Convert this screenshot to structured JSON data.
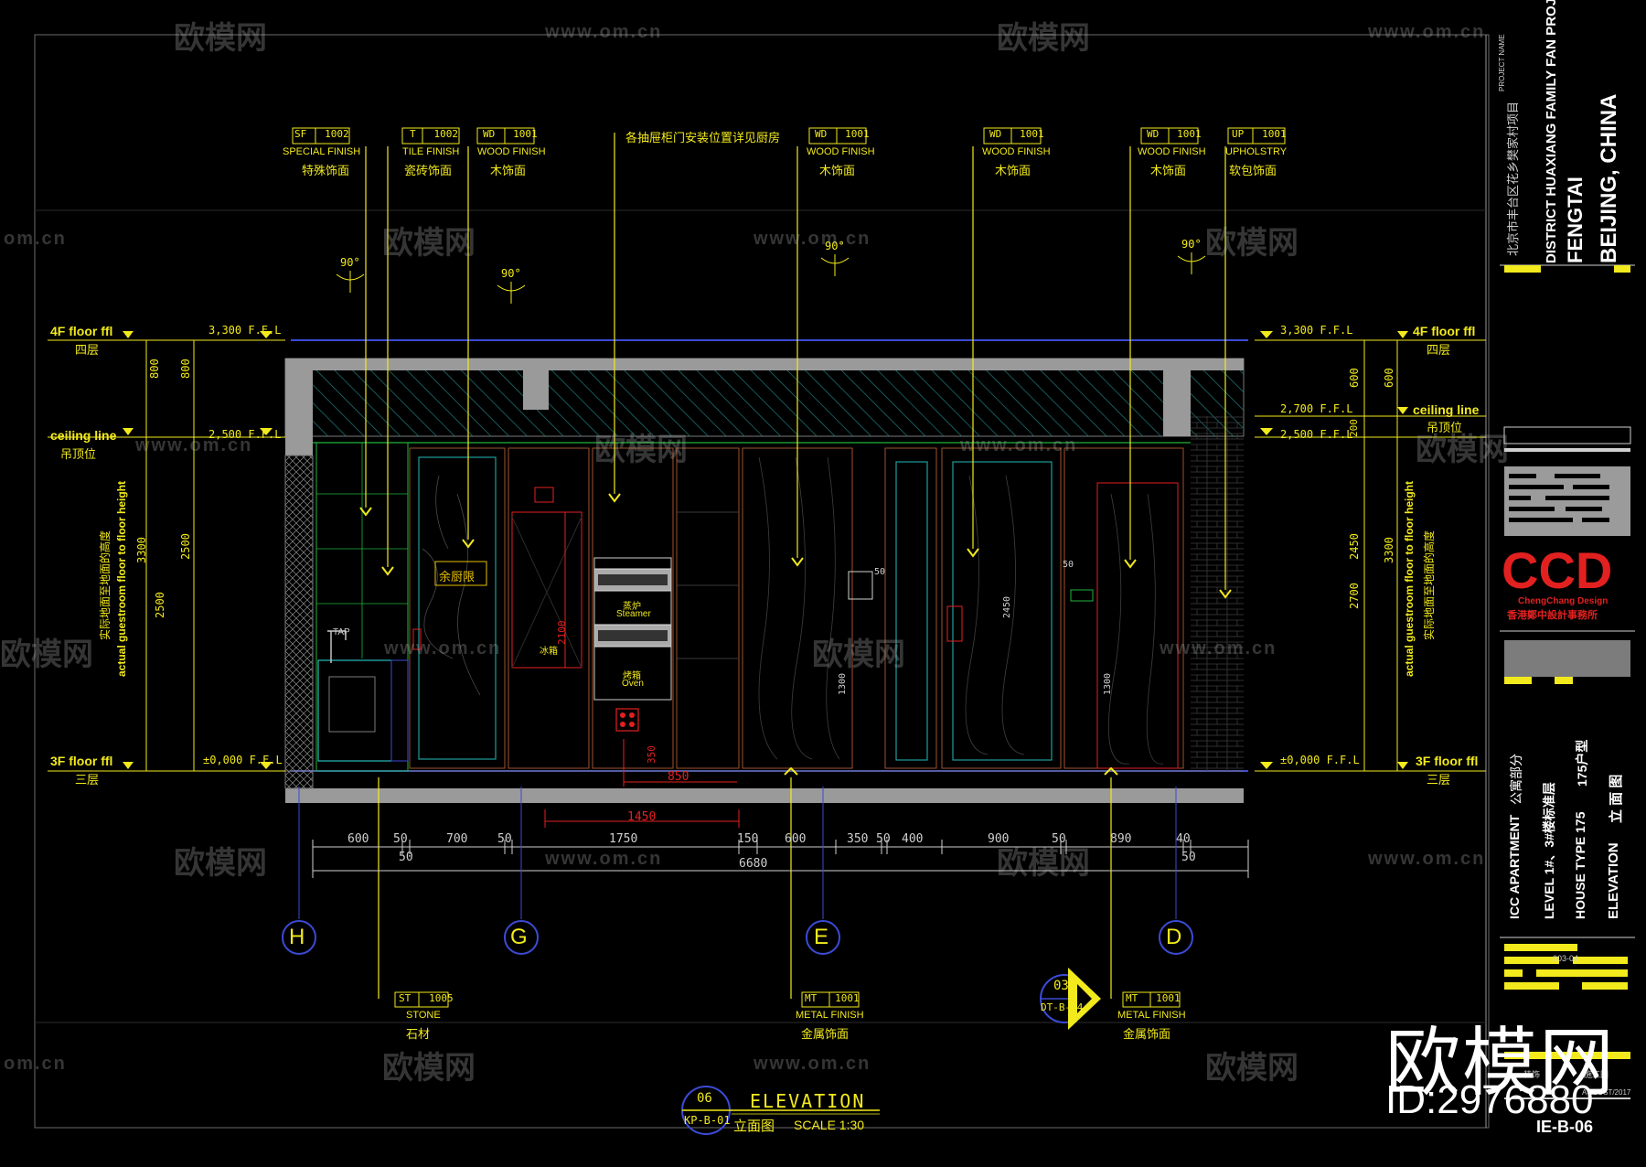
{
  "title_block": {
    "project_name_label": "PROJECT NAME",
    "cn_location": "北京市丰台区花乡樊家村项目",
    "en_district": "DISTRICT HUAXIANG FAMILY FAN PROJECT",
    "fengtai": "FENGTAI",
    "beijing": "BEIJING, CHINA",
    "ccd": "CCD",
    "ccd_sub": "ChengChang Design",
    "ccd_cn": "香港鄭中設計事務所",
    "apartment": "ICC APARTMENT",
    "apartment_cn": "公寓部分",
    "level": "LEVEL  1#、3#楼标准层",
    "house_type": "HOUSE TYPE 175",
    "house_type_cn": "175户型",
    "elevation": "ELEVATION",
    "elevation_cn": "立 面 图",
    "sheet_code": "003-04",
    "date": "AUGUST/2017",
    "stage_a": "装饰",
    "stage_b": "施工图",
    "drawing_no": "IE-B-06"
  },
  "elevation_title": {
    "number": "06",
    "ref": "KP-B-01",
    "title": "ELEVATION",
    "title_cn": "立面图",
    "scale": "SCALE  1:30"
  },
  "top_tags": [
    {
      "code": "SF",
      "num": "1002",
      "en": "SPECIAL FINISH",
      "cn": "特殊饰面"
    },
    {
      "code": "T",
      "num": "1002",
      "en": "TILE FINISH",
      "cn": "瓷砖饰面"
    },
    {
      "code": "WD",
      "num": "1001",
      "en": "WOOD FINISH",
      "cn": "木饰面"
    },
    {
      "code": "WD",
      "num": "1001",
      "en": "WOOD FINISH",
      "cn": "木饰面"
    },
    {
      "code": "WD",
      "num": "1001",
      "en": "WOOD FINISH",
      "cn": "木饰面"
    },
    {
      "code": "WD",
      "num": "1001",
      "en": "WOOD FINISH",
      "cn": "木饰面"
    },
    {
      "code": "UP",
      "num": "1001",
      "en": "UPHOLSTRY",
      "cn": "软包饰面"
    }
  ],
  "top_note": "各抽屉柜门安装位置详见厨房",
  "bottom_tags": [
    {
      "code": "ST",
      "num": "1005",
      "en": "STONE",
      "cn": "石材"
    },
    {
      "code": "MT",
      "num": "1001",
      "en": "METAL FINISH",
      "cn": "金属饰面"
    },
    {
      "code": "MT",
      "num": "1001",
      "en": "METAL FINISH",
      "cn": "金属饰面"
    }
  ],
  "detail_callout": {
    "num": "03",
    "ref": "DT-B-04"
  },
  "levels_left": [
    {
      "en": "4F floor ffl",
      "cn": "四层",
      "value": "3,300 F.F.L"
    },
    {
      "en": "ceiling line",
      "cn": "吊顶位",
      "value": "2,500 F.F.L"
    },
    {
      "en": "3F floor ffl",
      "cn": "三层",
      "value": "±0,000 F.F.L"
    }
  ],
  "levels_right": [
    {
      "en": "4F floor ffl",
      "cn": "四层",
      "value": "3,300 F.F.L"
    },
    {
      "en": "ceiling line",
      "cn": "吊顶位",
      "value": "2,700 F.F.L"
    },
    {
      "en": "",
      "cn": "",
      "value": "2,500 F.F.L"
    },
    {
      "en": "3F floor ffl",
      "cn": "三层",
      "value": "±0,000 F.F.L"
    }
  ],
  "left_dims": {
    "a": [
      "800",
      "800"
    ],
    "b": [
      "3300",
      "2500"
    ],
    "c": "2500"
  },
  "right_dims": {
    "a": [
      "600",
      "600"
    ],
    "b": "200",
    "c": [
      "2450",
      "3300"
    ],
    "d": "2700"
  },
  "height_note_cn": "实际地面至地面的高度",
  "height_note_en": "actual guestroom floor to floor height",
  "angles": [
    "90°",
    "90°",
    "90°",
    "90°"
  ],
  "grid_labels": [
    "H",
    "G",
    "E",
    "D"
  ],
  "dims_bottom": [
    "600",
    "50",
    "700",
    "50",
    "1750",
    "150",
    "600",
    "350",
    "50",
    "400",
    "900",
    "50",
    "890",
    "40"
  ],
  "dims_bottom2": [
    "50",
    "50"
  ],
  "dim_total": "6680",
  "dim_1450": "1450",
  "dim_850": "850",
  "dim_350": "350",
  "labels_in_drawing": {
    "cabinet": "余厨限",
    "steamer_cn": "蒸炉",
    "steamer": "Steamer",
    "oven_cn": "烤箱",
    "oven": "Oven",
    "tap": "TAP",
    "fridge": "冰箱",
    "d2100": "2100",
    "d1300a": "1300",
    "d1300b": "1300",
    "d2450": "2450",
    "d50a": "50",
    "d50b": "50"
  },
  "watermark": {
    "logo": "欧模网",
    "url": "www.om.cn",
    "url_short": "om.cn",
    "id": "ID:2976880"
  },
  "colors": {
    "yellow": "#f2ea1c",
    "cyan": "#2fe0e0",
    "green": "#1fb33b",
    "red": "#e32020",
    "wall": "#9a9a9a",
    "blue": "#3b4bd6"
  }
}
